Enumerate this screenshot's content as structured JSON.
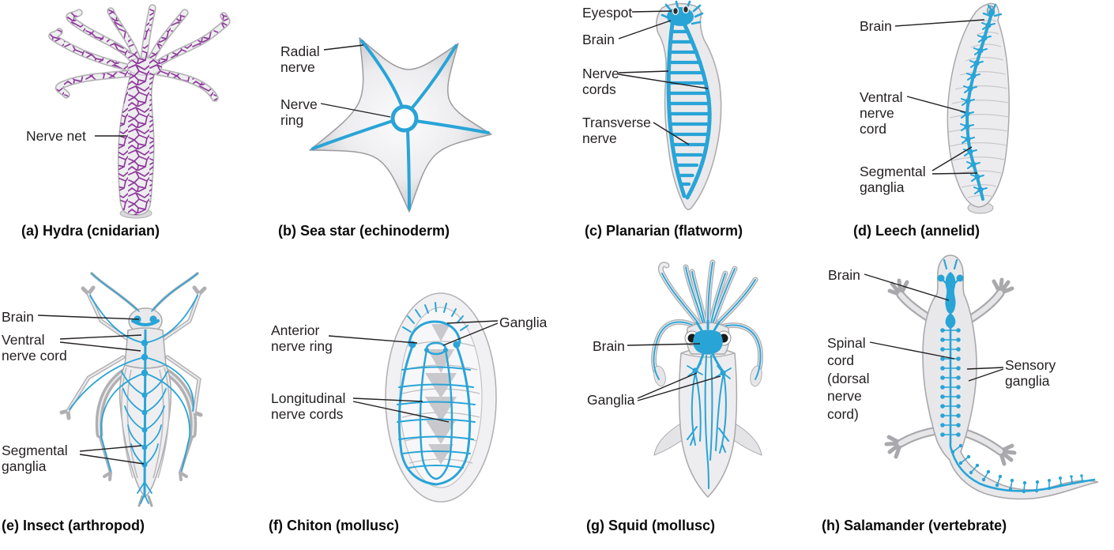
{
  "figure": {
    "title_hint": "Nervous system organization in eight animal phyla",
    "colors": {
      "nerve_blue": "#29a4d7",
      "nerve_purple": "#8f3a9c",
      "body_fill": "#e9e9eb",
      "body_outline": "#a9a9ad",
      "leader_line": "#231f20",
      "label_text": "#231f20",
      "caption_text": "#0a0a0a",
      "background": "#ffffff"
    },
    "panels": [
      {
        "id": "a",
        "organism": "Hydra",
        "group": "cnidarian",
        "caption": "(a) Hydra (cnidarian)",
        "labels": {
          "nerve_net": "Nerve net"
        }
      },
      {
        "id": "b",
        "organism": "Sea star",
        "group": "echinoderm",
        "caption": "(b) Sea star (echinoderm)",
        "labels": {
          "radial_nerve": "Radial\nnerve",
          "nerve_ring": "Nerve\nring"
        }
      },
      {
        "id": "c",
        "organism": "Planarian",
        "group": "flatworm",
        "caption": "(c) Planarian (flatworm)",
        "labels": {
          "eyespot": "Eyespot",
          "brain": "Brain",
          "nerve_cords": "Nerve\ncords",
          "transverse_nerve": "Transverse\nnerve"
        }
      },
      {
        "id": "d",
        "organism": "Leech",
        "group": "annelid",
        "caption": "(d) Leech (annelid)",
        "labels": {
          "brain": "Brain",
          "ventral_nerve_cord": "Ventral\nnerve\ncord",
          "segmental_ganglia": "Segmental\nganglia"
        }
      },
      {
        "id": "e",
        "organism": "Insect",
        "group": "arthropod",
        "caption": "(e) Insect (arthropod)",
        "labels": {
          "brain": "Brain",
          "ventral_nerve_cord": "Ventral\nnerve cord",
          "segmental_ganglia": "Segmental\nganglia"
        }
      },
      {
        "id": "f",
        "organism": "Chiton",
        "group": "mollusc",
        "caption": "(f) Chiton (mollusc)",
        "labels": {
          "anterior_nerve_ring": "Anterior\nnerve ring",
          "ganglia": "Ganglia",
          "longitudinal_nerve_cords": "Longitudinal\nnerve cords"
        }
      },
      {
        "id": "g",
        "organism": "Squid",
        "group": "mollusc",
        "caption": "(g) Squid (mollusc)",
        "labels": {
          "brain": "Brain",
          "ganglia": "Ganglia"
        }
      },
      {
        "id": "h",
        "organism": "Salamander",
        "group": "vertebrate",
        "caption": "(h) Salamander (vertebrate)",
        "labels": {
          "brain": "Brain",
          "spinal_cord": "Spinal\ncord\n(dorsal\nnerve\ncord)",
          "sensory_ganglia": "Sensory\nganglia"
        }
      }
    ]
  }
}
